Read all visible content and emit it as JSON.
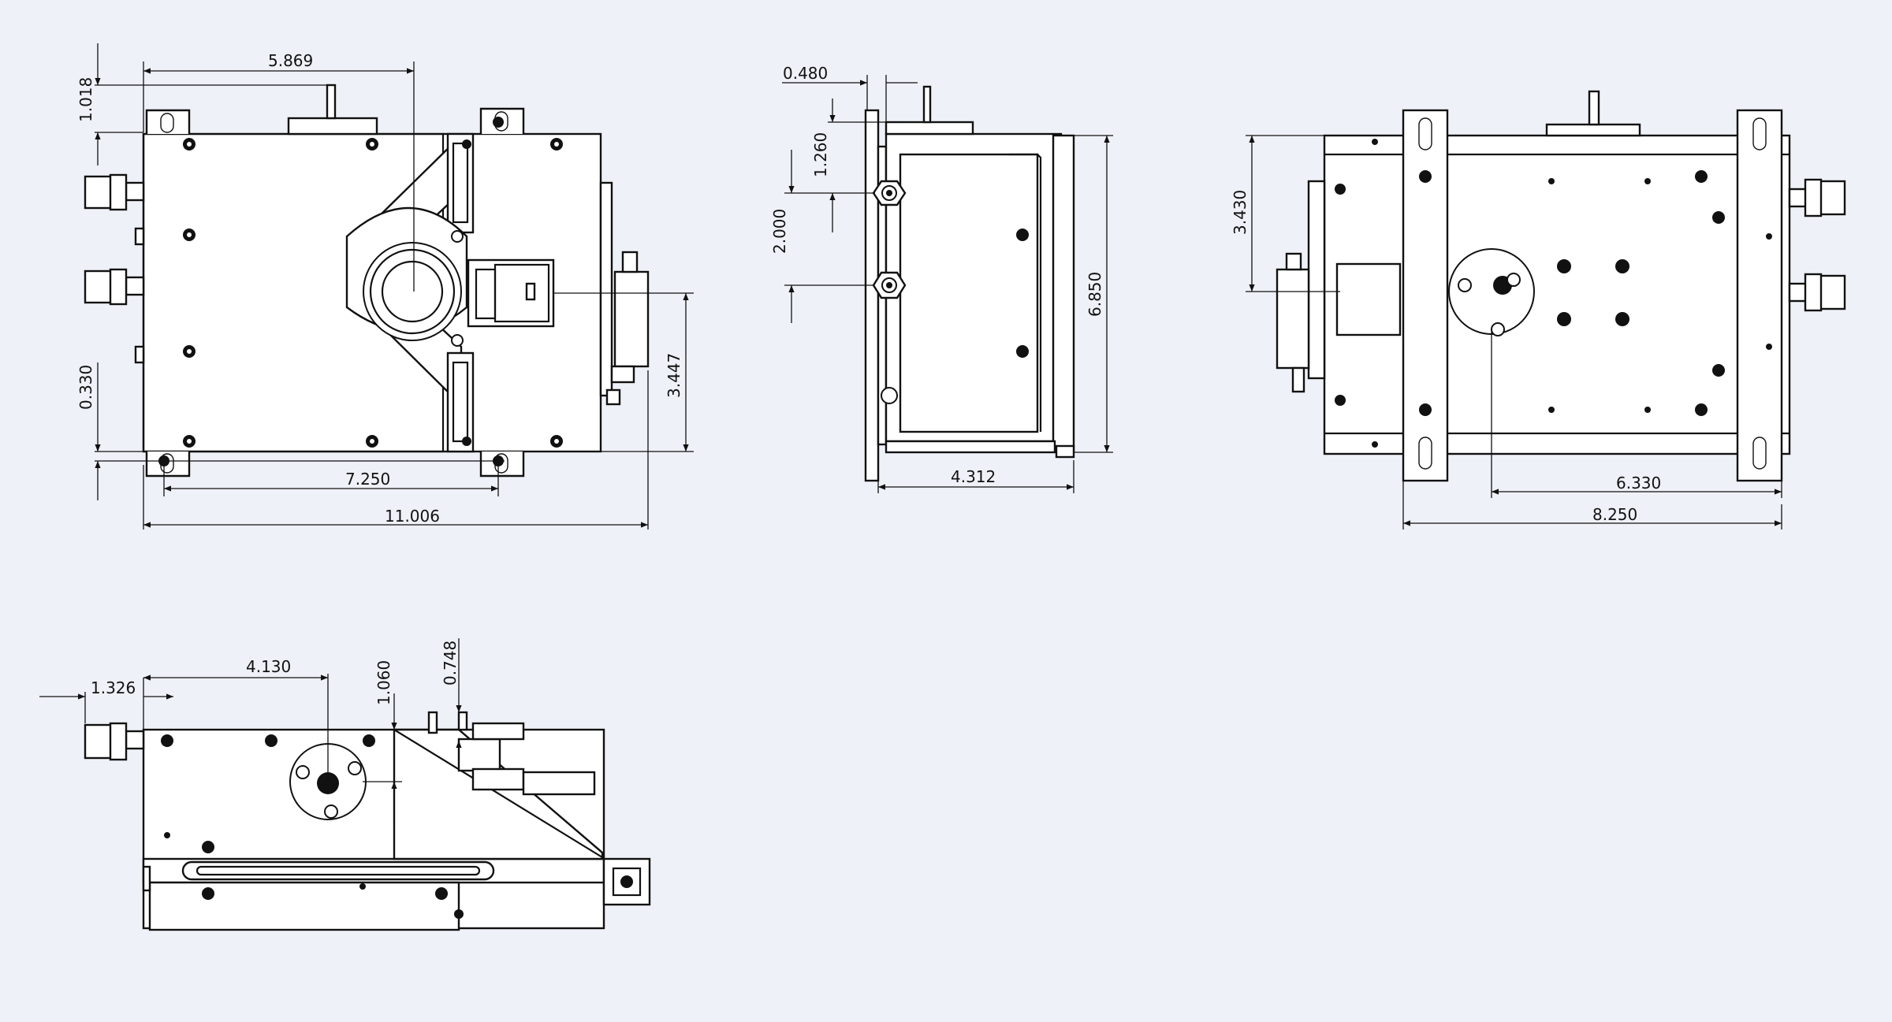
{
  "drawing": {
    "views": [
      {
        "id": "front",
        "dimensions": [
          "5.869",
          "1.018",
          "0.330",
          "3.447",
          "7.250",
          "11.006"
        ]
      },
      {
        "id": "side",
        "dimensions": [
          "0.480",
          "1.260",
          "2.000",
          "6.850",
          "4.312"
        ]
      },
      {
        "id": "rear",
        "dimensions": [
          "3.430",
          "6.330",
          "8.250"
        ]
      },
      {
        "id": "top",
        "dimensions": [
          "1.326",
          "4.130",
          "1.060",
          "0.748"
        ]
      }
    ],
    "colors": {
      "paper": "#eef1f7",
      "line": "#111111",
      "part_fill": "#ffffff"
    }
  }
}
